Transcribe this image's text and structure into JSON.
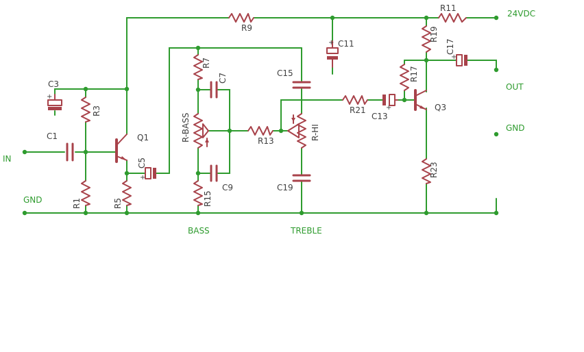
{
  "nets": {
    "in": "IN",
    "gnd_left": "GND",
    "supply": "24VDC",
    "out": "OUT",
    "gnd_right": "GND",
    "bass": "BASS",
    "treble": "TREBLE"
  },
  "parts": {
    "r11": "R11",
    "r9": "R9",
    "r19": "R19",
    "c11": "C11",
    "c17": "C17",
    "r7": "R7",
    "c7": "C7",
    "c15": "C15",
    "r17": "R17",
    "c3": "C3",
    "r3": "R3",
    "q1": "Q1",
    "c1": "C1",
    "c5": "C5",
    "r_bass": "R-BASS",
    "r13": "R13",
    "r_hi": "R-HI",
    "r21": "R21",
    "c13": "C13",
    "q3": "Q3",
    "r1": "R1",
    "r5": "R5",
    "r15": "R15",
    "c9": "C9",
    "c19": "C19",
    "r23": "R23"
  }
}
